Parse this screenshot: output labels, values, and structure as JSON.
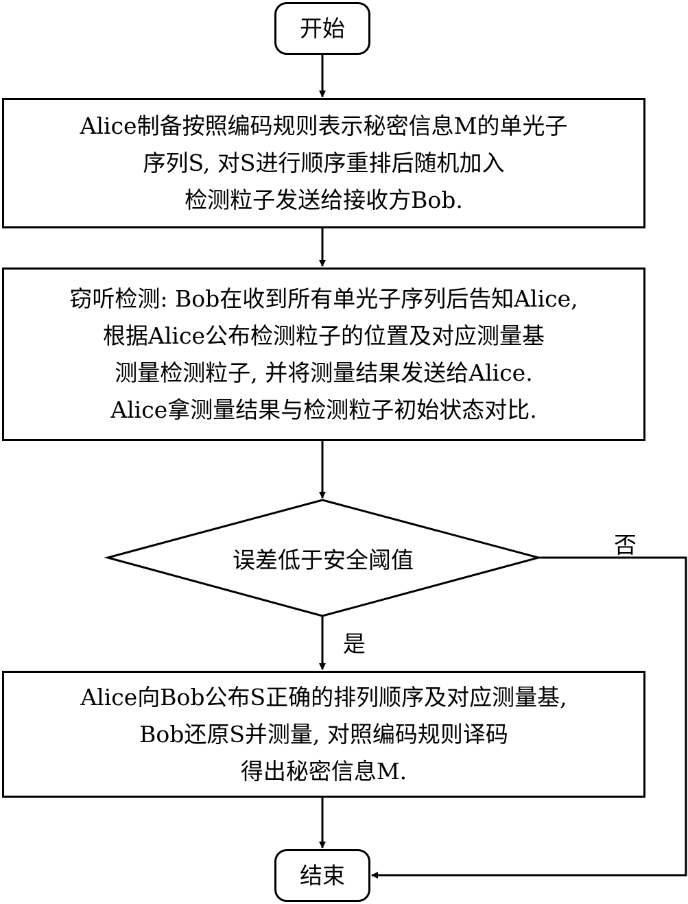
{
  "start": "开始",
  "end": "结束",
  "step1": {
    "lines": [
      "Alice制备按照编码规则表示秘密信息M的单光子",
      "序列S, 对S进行顺序重排后随机加入",
      "检测粒子发送给接收方Bob."
    ]
  },
  "step2": {
    "lines": [
      "窃听检测: Bob在收到所有单光子序列后告知Alice,",
      "根据Alice公布检测粒子的位置及对应测量基",
      "测量检测粒子, 并将测量结果发送给Alice.",
      "Alice拿测量结果与检测粒子初始状态对比."
    ]
  },
  "decision": "误差低于安全阈值",
  "yes_label": "是",
  "no_label": "否",
  "step3": {
    "lines": [
      "Alice向Bob公布S正确的排列顺序及对应测量基,",
      "Bob还原S并测量, 对照编码规则译码",
      "得出秘密信息M."
    ]
  }
}
